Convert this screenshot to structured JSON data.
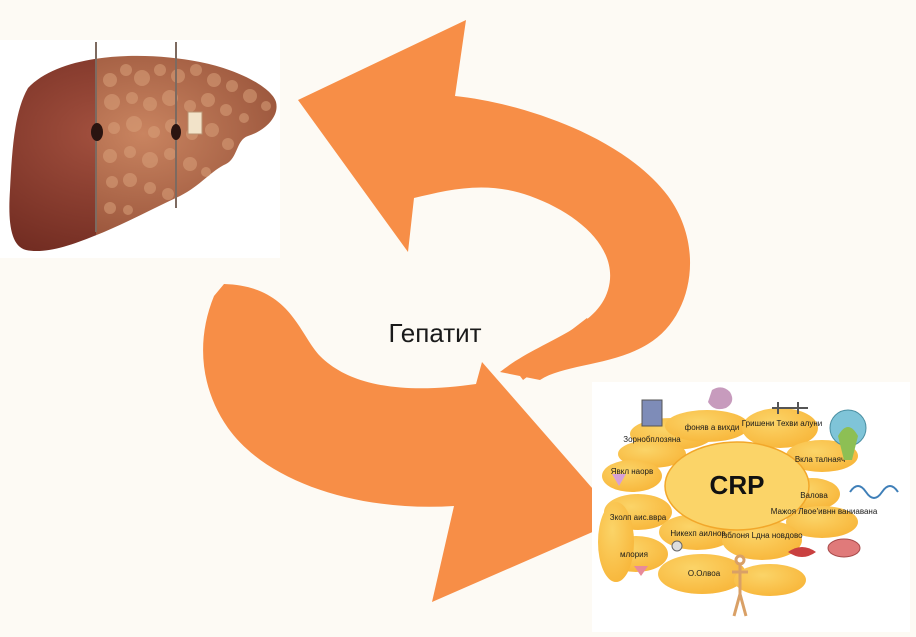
{
  "center_label": "Гепатит",
  "crp": {
    "title": "CRP",
    "bubble_labels": [
      "фоняв а вихди",
      "Гришени Техви алуни",
      "Зорнобплозяна",
      "Вкла талнаяч",
      "Явкл наорв",
      "Валова",
      "Зколп аис.ввра",
      "Мажоя Лвое'ивнн ваниавана",
      "Никехп аилнов",
      "Ізблоня Lдна новдово",
      "млория",
      "О.Олвоа"
    ]
  },
  "colors": {
    "arrow": "#f78e47",
    "bubble": "#f8b63a",
    "bubble_light": "#fbd468",
    "liver": "#8a3a2c",
    "liver_cirrhotic": "#a65a3e"
  }
}
